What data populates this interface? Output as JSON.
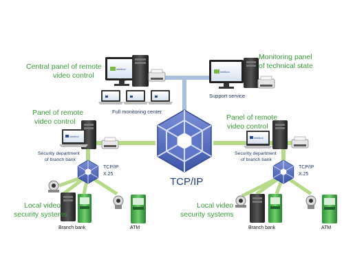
{
  "labels": {
    "central_panel_1": "Central panel of remote",
    "central_panel_2": "video control",
    "monitoring_panel_1": "Monitoring panel",
    "monitoring_panel_2": "of technical state",
    "support_service": "Support service",
    "full_monitoring": "Full monitoring center",
    "panel_remote_left_1": "Panel of remote",
    "panel_remote_left_2": "video control",
    "panel_remote_right_1": "Panel of remote",
    "panel_remote_right_2": "video control",
    "security_dept_left_1": "Security department",
    "security_dept_left_2": "of branch bank",
    "security_dept_right_1": "Security department",
    "security_dept_right_2": "of branch bank",
    "tcpip_center": "TCP/IP",
    "tcpip_left_1": "TCP/IP",
    "tcpip_left_2": "X.25",
    "tcpip_right_1": "TCP/IP",
    "tcpip_right_2": "X.25",
    "local_left_1": "Local video",
    "local_left_2": "security systems",
    "local_right_1": "Local video",
    "local_right_2": "security systems",
    "branch_bank_left": "Branch bank",
    "atm_left": "ATM",
    "branch_bank_right": "Branch bank",
    "atm_right": "ATM"
  },
  "screen_brand": "intellect",
  "colors": {
    "line_green": "#b6d98a",
    "line_blue": "#a9bfdf",
    "hex_blue": "#5b72c4",
    "hex_dark": "#3f56a8",
    "label_green": "#3a9a3a"
  }
}
